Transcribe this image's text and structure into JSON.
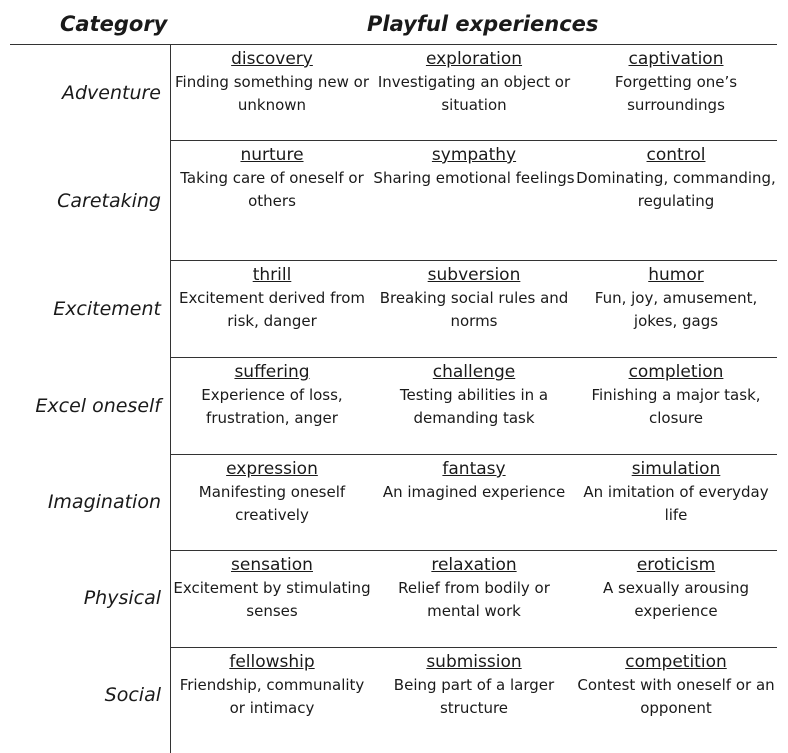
{
  "header": {
    "category": "Category",
    "experiences": "Playful experiences"
  },
  "rows": [
    {
      "category": "Adventure",
      "items": [
        {
          "title": "discovery",
          "desc": "Finding something new or unknown"
        },
        {
          "title": "exploration",
          "desc": "Investigating an object or situation"
        },
        {
          "title": "captivation",
          "desc": "Forgetting one’s surroundings"
        }
      ]
    },
    {
      "category": "Caretaking",
      "items": [
        {
          "title": "nurture",
          "desc": "Taking care of oneself or others"
        },
        {
          "title": "sympathy",
          "desc": "Sharing emotional feelings"
        },
        {
          "title": "control",
          "desc": "Dominating, commanding, regulating"
        }
      ]
    },
    {
      "category": "Excitement",
      "items": [
        {
          "title": "thrill",
          "desc": "Excitement derived from risk, danger"
        },
        {
          "title": "subversion",
          "desc": "Breaking social rules and norms"
        },
        {
          "title": "humor",
          "desc": "Fun, joy, amusement, jokes, gags"
        }
      ]
    },
    {
      "category": "Excel oneself",
      "items": [
        {
          "title": "suffering",
          "desc": "Experience of loss, frustration, anger"
        },
        {
          "title": "challenge",
          "desc": "Testing abilities in a demanding task"
        },
        {
          "title": "completion",
          "desc": "Finishing a major task, closure"
        }
      ]
    },
    {
      "category": "Imagination",
      "items": [
        {
          "title": "expression",
          "desc": "Manifesting oneself creatively"
        },
        {
          "title": "fantasy",
          "desc": "An imagined experience"
        },
        {
          "title": "simulation",
          "desc": "An imitation of everyday life"
        }
      ]
    },
    {
      "category": "Physical",
      "items": [
        {
          "title": "sensation",
          "desc": "Excitement by stimulating senses"
        },
        {
          "title": "relaxation",
          "desc": "Relief from bodily or mental work"
        },
        {
          "title": "eroticism",
          "desc": "A sexually arousing experience"
        }
      ]
    },
    {
      "category": "Social",
      "items": [
        {
          "title": "fellowship",
          "desc": "Friendship, communality or intimacy"
        },
        {
          "title": "submission",
          "desc": "Being part of a larger structure"
        },
        {
          "title": "competition",
          "desc": "Contest with oneself or an opponent"
        }
      ]
    }
  ]
}
